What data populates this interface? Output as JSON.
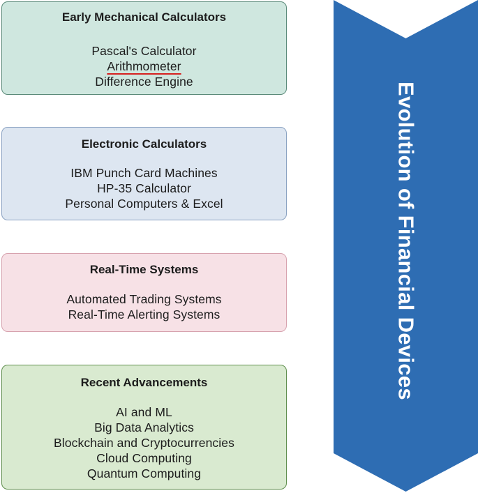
{
  "arrow": {
    "label": "Evolution of Financial Devices",
    "color": "#2e6db3"
  },
  "stages": [
    {
      "title": "Early Mechanical Calculators",
      "items": [
        "Pascal's Calculator",
        "Arithmometer",
        "Difference Engine"
      ],
      "underlined_item": "Arithmometer",
      "fill": "#cfe7df",
      "border": "#5a8a79"
    },
    {
      "title": "Electronic Calculators",
      "items": [
        "IBM Punch Card Machines",
        "HP-35 Calculator",
        "Personal Computers & Excel"
      ],
      "fill": "#dde6f1",
      "border": "#8aa2c2"
    },
    {
      "title": "Real-Time Systems",
      "items": [
        "Automated Trading Systems",
        "Real-Time Alerting Systems"
      ],
      "fill": "#f7e1e6",
      "border": "#d7a2ae"
    },
    {
      "title": "Recent Advancements",
      "items": [
        "AI and ML",
        "Big Data Analytics",
        "Blockchain and Cryptocurrencies",
        "Cloud Computing",
        "Quantum Computing"
      ],
      "fill": "#d9ead0",
      "border": "#5f8e4d"
    }
  ]
}
